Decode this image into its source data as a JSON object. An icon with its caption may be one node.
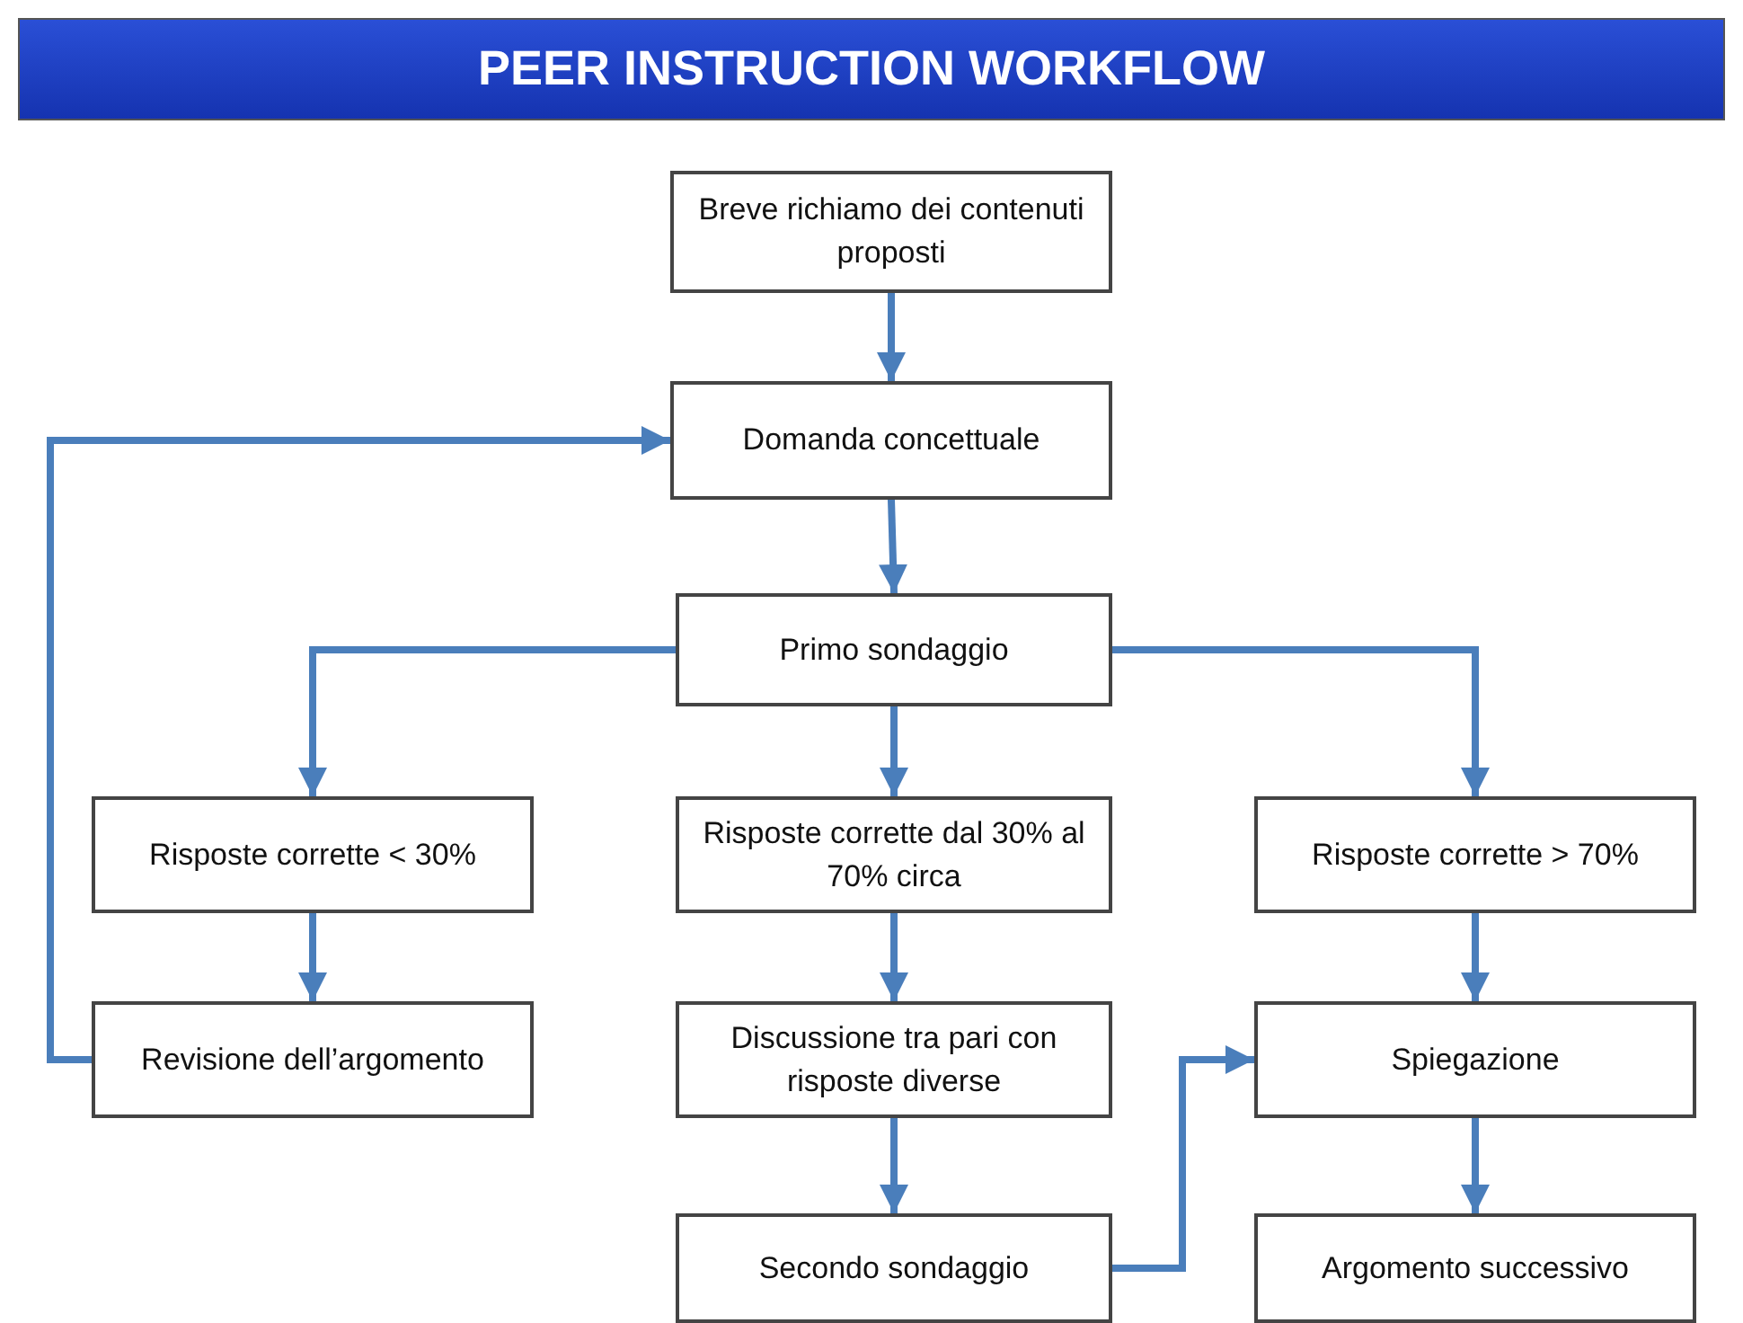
{
  "diagram": {
    "title": "PEER INSTRUCTION WORKFLOW",
    "nodes": [
      {
        "text": [
          "Breve richiamo dei contenuti proposti"
        ]
      },
      {
        "text": [
          "Domanda concettuale"
        ]
      },
      {
        "text": [
          "Primo sondaggio"
        ]
      },
      {
        "text": [
          "Risposte corrette < 30%"
        ]
      },
      {
        "text": [
          "Risposte corrette dal 30% al 70% circa"
        ]
      },
      {
        "text": [
          "Risposte corrette > 70%"
        ]
      },
      {
        "text": [
          "Revisione dell’argomento"
        ]
      },
      {
        "text": [
          "Discussione tra pari con risposte diverse"
        ]
      },
      {
        "text": [
          "Spiegazione"
        ]
      },
      {
        "text": [
          "Secondo sondaggio"
        ]
      },
      {
        "text": [
          "Argomento successivo"
        ]
      }
    ],
    "edges": [
      {
        "from": 0,
        "to": 1,
        "arrow": "to"
      },
      {
        "from": 1,
        "to": 2,
        "arrow": "to"
      },
      {
        "from": 2,
        "to": 3,
        "arrow": "to"
      },
      {
        "from": 2,
        "to": 4,
        "arrow": "to"
      },
      {
        "from": 2,
        "to": 5,
        "arrow": "to"
      },
      {
        "from": 3,
        "to": 6,
        "arrow": "to"
      },
      {
        "from": 4,
        "to": 7,
        "arrow": "to"
      },
      {
        "from": 5,
        "to": 8,
        "arrow": "to"
      },
      {
        "from": 6,
        "to": 1,
        "arrow": "to"
      },
      {
        "from": 7,
        "to": 9,
        "arrow": "to"
      },
      {
        "from": 9,
        "to": 8,
        "arrow": "to"
      },
      {
        "from": 8,
        "to": 10,
        "arrow": "to"
      }
    ]
  }
}
